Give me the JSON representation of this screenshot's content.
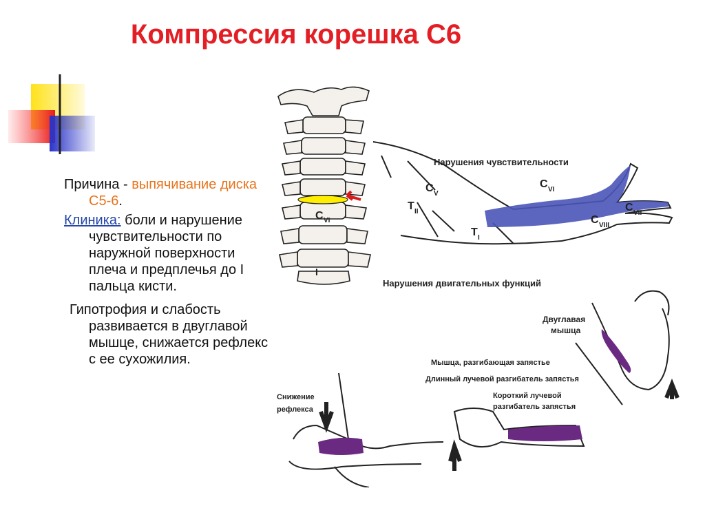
{
  "slide": {
    "title": "Компрессия корешка С6",
    "cause_label": "Причина - ",
    "cause_value": "выпячивание диска С5-6",
    "cause_end": ".",
    "clinic_label": "Клиника:",
    "clinic_text": " боли и нарушение чувствительности по наружной поверхности плеча и предплечья до I пальца кисти.",
    "hypotrophy_text": "Гипотрофия и слабость развивается в двуглавой мышце, снижается рефлекс с ее сухожилия."
  },
  "figure": {
    "sensory_title": "Нарушения чувствительности",
    "motor_title": "Нарушения двигательных функций",
    "vertebra_label": "C",
    "vertebra_sub": "VI",
    "spine_bottom": "I",
    "derm_c5": "C",
    "derm_c5_sub": "V",
    "derm_c6": "C",
    "derm_c6_sub": "VI",
    "derm_c7": "C",
    "derm_c7_sub": "VII",
    "derm_c8": "C",
    "derm_c8_sub": "VIII",
    "derm_t2": "T",
    "derm_t2_sub": "II",
    "derm_t1": "T",
    "derm_t1_sub": "I",
    "biceps": "Двуглавая мышца",
    "biceps_l1": "Двуглавая",
    "biceps_l2": "мышца",
    "extensor1": "Мышца, разгибающая запястье",
    "extensor2": "Длинный лучевой разгибатель запястья",
    "extensor3_l1": "Короткий лучевой",
    "extensor3_l2": "разгибатель запястья",
    "reflex_l1": "Снижение",
    "reflex_l2": "рефлекса"
  },
  "colors": {
    "title": "#e31e24",
    "cause": "#e8731a",
    "link": "#2646a8",
    "sensory_zone": "#4b55b8",
    "muscle": "#6a2a82",
    "disc": "#ffee00",
    "arrow": "#d81b1b"
  }
}
